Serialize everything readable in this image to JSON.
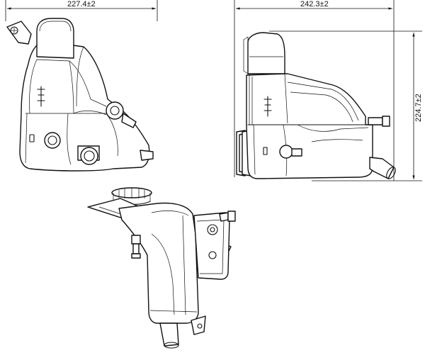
{
  "dimensions": {
    "width_front": "227.4±2",
    "width_side": "242.3±2",
    "height_side": "224.7±2"
  },
  "views": [
    "front-view",
    "side-view",
    "isometric-view"
  ]
}
